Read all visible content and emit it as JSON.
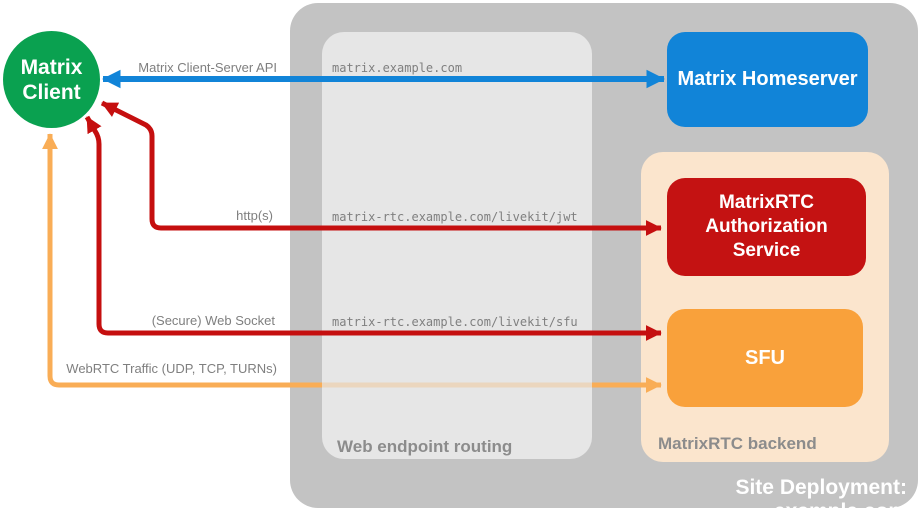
{
  "colors": {
    "client_green": "#0aa150",
    "homeserver_blue": "#1184d8",
    "auth_red": "#c41212",
    "sfu_orange": "#f9a13b",
    "arrow_blue": "#1184d8",
    "arrow_red": "#c50f0f",
    "arrow_orange": "#f9ad56",
    "backend_peach": "#fbe5cd",
    "deployment_gray": "#c3c3c3",
    "routing_gray": "#e6e6e6",
    "label_gray": "#7f7f7f"
  },
  "nodes": {
    "client": {
      "label": "Matrix\nClient"
    },
    "homeserver": {
      "label": "Matrix Homeserver"
    },
    "auth": {
      "label": "MatrixRTC\nAuthorization\nService"
    },
    "sfu": {
      "label": "SFU"
    }
  },
  "containers": {
    "deployment": {
      "label": "Site Deployment: example.com"
    },
    "routing": {
      "label": "Web endpoint routing"
    },
    "backend": {
      "label": "MatrixRTC backend"
    }
  },
  "endpoints": {
    "homeserver": "matrix.example.com",
    "jwt": "matrix-rtc.example.com/livekit/jwt",
    "sfu": "matrix-rtc.example.com/livekit/sfu"
  },
  "arrows": {
    "api": {
      "label": "Matrix Client-Server API"
    },
    "https": {
      "label": "http(s)"
    },
    "websocket": {
      "label": "(Secure) Web Socket"
    },
    "webrtc": {
      "label": "WebRTC Traffic (UDP, TCP, TURNs)"
    }
  }
}
